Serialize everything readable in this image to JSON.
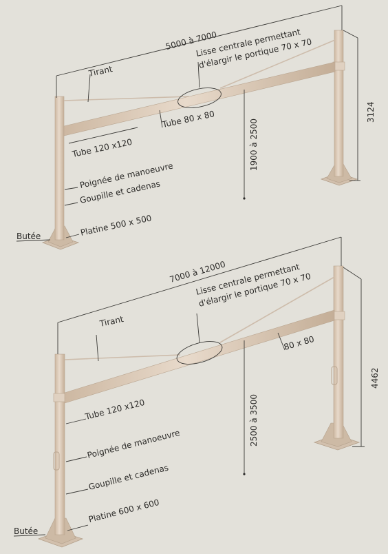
{
  "colors": {
    "background": "#e3e1da",
    "post": "#d9c8b5",
    "post_edge": "#b9a590",
    "ink": "#2b2a28"
  },
  "diagram_top": {
    "span": "5000 à 7000",
    "lisse_line1": "Lisse centrale permettant",
    "lisse_line2": "d'élargir le portique 70 x 70",
    "tirant": "Tirant",
    "tube_80": "Tube 80 x 80",
    "tube_120": "Tube  120 x120",
    "poignee": "Poignée de manoeuvre",
    "goupille": "Goupille et cadenas",
    "platine": "Platine 500 x 500",
    "butee": "Butée",
    "clearance": "1900 à 2500",
    "height": "3124"
  },
  "diagram_bottom": {
    "span": "7000 à 12000",
    "lisse_line1": "Lisse centrale permettant",
    "lisse_line2": "d'élargir le portique 70 x 70",
    "tirant": "Tirant",
    "tube_80": "80 x 80",
    "tube_120": "Tube 120 x120",
    "poignee": "Poignée de manoeuvre",
    "goupille": "Goupille et cadenas",
    "platine": "Platine 600 x 600",
    "butee": "Butée",
    "clearance": "2500 à 3500",
    "height": "4462"
  }
}
